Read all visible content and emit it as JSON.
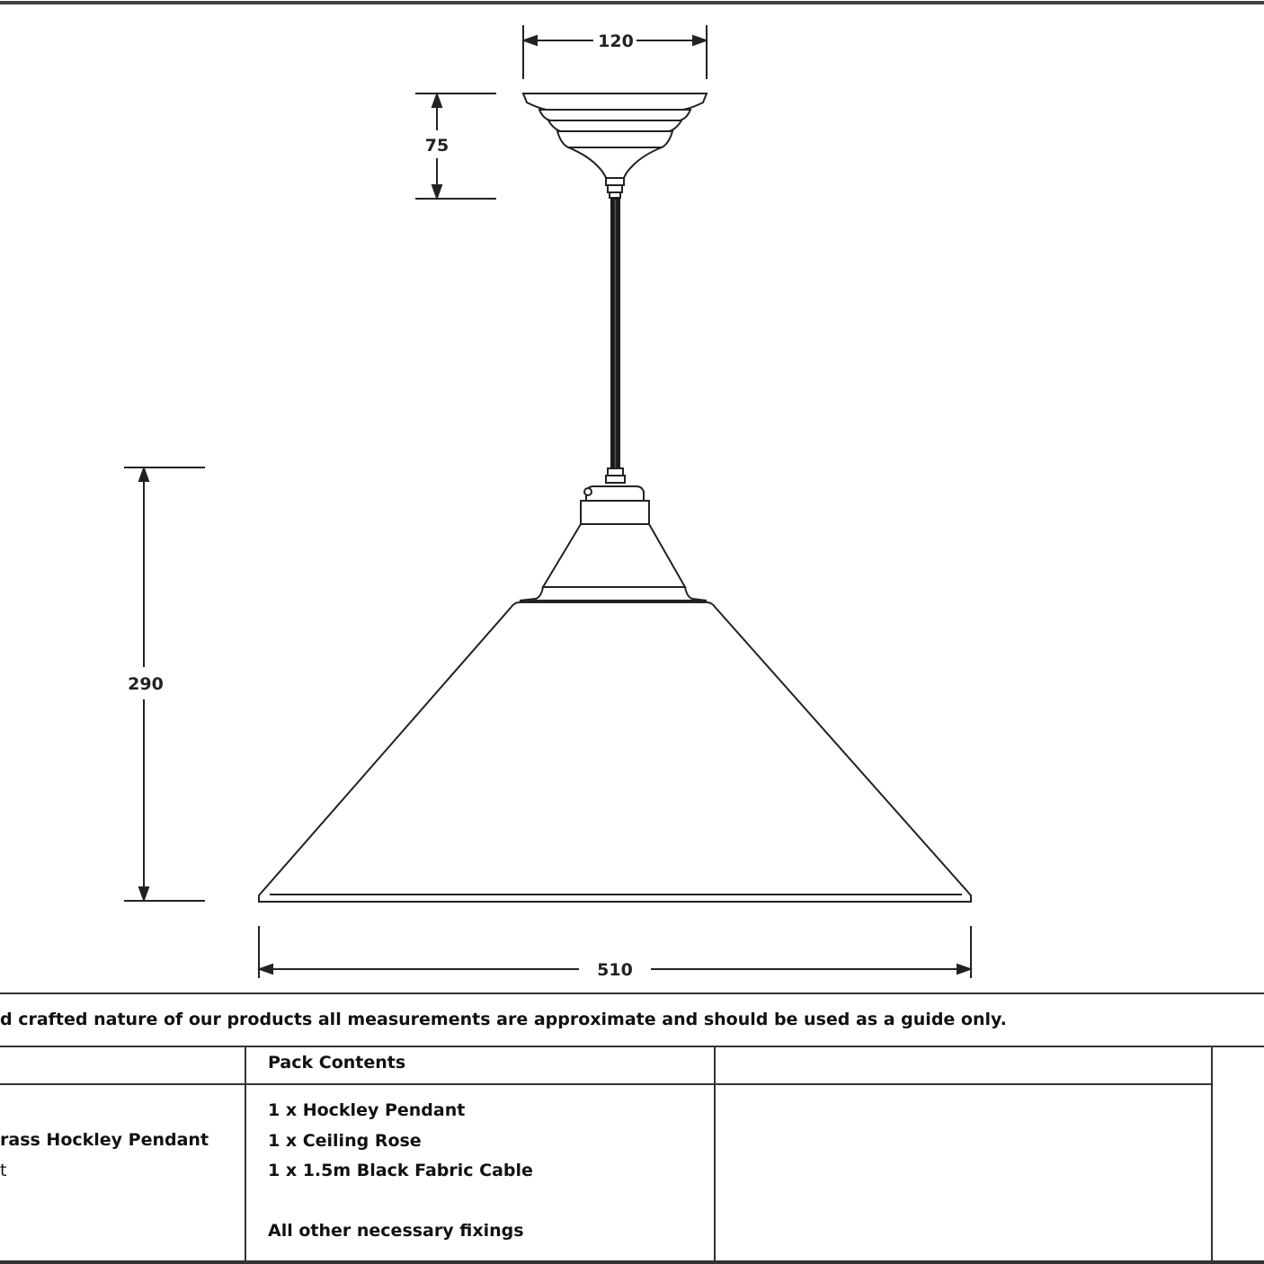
{
  "dimensions": {
    "rose_width": "120",
    "rose_height": "75",
    "shade_height": "290",
    "shade_width": "510"
  },
  "disclaimer": "d crafted nature of our products all measurements are approximate and should be used as a guide only.",
  "table": {
    "pack_contents_header": "Pack Contents",
    "product_name_fragment": "rass Hockley Pendant",
    "product_code_fragment": "t",
    "pack_items": [
      "1 x Hockley Pendant",
      "1 x Ceiling Rose",
      "1 x 1.5m Black Fabric Cable"
    ],
    "pack_note": "All other necessary fixings"
  }
}
